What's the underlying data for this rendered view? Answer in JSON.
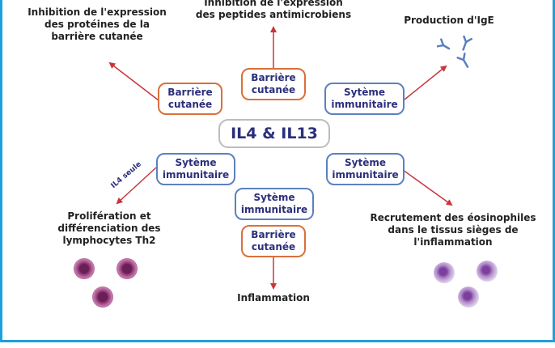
{
  "center": {
    "label": "IL4 & IL13"
  },
  "boxes": {
    "top_left": {
      "line1": "Barrière",
      "line2": "cutanée"
    },
    "top_center": {
      "line1": "Barrière",
      "line2": "cutanée"
    },
    "top_right": {
      "line1": "Sytème",
      "line2": "immunitaire"
    },
    "mid_left": {
      "line1": "Sytème",
      "line2": "immunitaire"
    },
    "mid_right": {
      "line1": "Sytème",
      "line2": "immunitaire"
    },
    "bottom_upper": {
      "line1": "Sytème",
      "line2": "immunitaire"
    },
    "bottom_lower": {
      "line1": "Barrière",
      "line2": "cutanée"
    }
  },
  "outcomes": {
    "top_left": [
      "Inhibition de l'expression",
      "des protéines de la",
      "barrière cutanée"
    ],
    "top_center": [
      "Inhibition de l'expression",
      "des peptides antimicrobiens"
    ],
    "top_right": [
      "Production d'IgE"
    ],
    "bottom_left": [
      "Prolifération et",
      "différenciation des",
      "lymphocytes Th2"
    ],
    "bottom_center": [
      "Inflammation"
    ],
    "bottom_right": [
      "Recrutement des éosinophiles",
      "dans le tissus sièges de",
      "l'inflammation"
    ]
  },
  "annotations": {
    "il4_only": "IL4 seule"
  },
  "colors": {
    "arrow": "#c8363a",
    "orange_border": "#d9703b",
    "blue_border": "#5b80c0",
    "frame": "#1ea0db",
    "text_dark_blue": "#2b2f7a"
  }
}
